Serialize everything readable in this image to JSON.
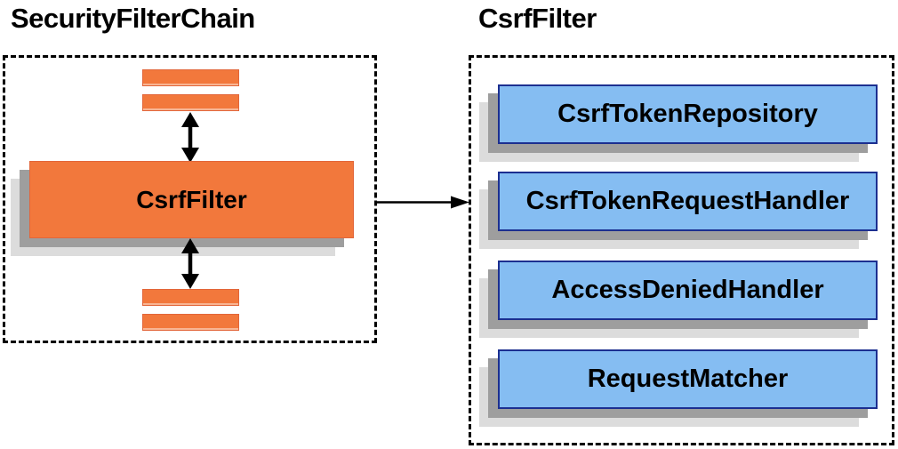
{
  "left_panel": {
    "title": "SecurityFilterChain",
    "filter_box_label": "CsrfFilter"
  },
  "right_panel": {
    "title": "CsrfFilter",
    "components": [
      {
        "label": "CsrfTokenRepository"
      },
      {
        "label": "CsrfTokenRequestHandler"
      },
      {
        "label": "AccessDeniedHandler"
      },
      {
        "label": "RequestMatcher"
      }
    ]
  },
  "icons": {
    "vertical_arrows": "double-headed-arrow-icon",
    "horizontal_arrow": "right-arrow-icon"
  },
  "colors": {
    "orange": "#f2783c",
    "orange_border": "#e2663a",
    "blue": "#85bdf2",
    "blue_border": "#1c2f90",
    "shadow_dark": "#9e9e9e",
    "shadow_light": "#dcdcdc",
    "arrow": "#000000"
  }
}
